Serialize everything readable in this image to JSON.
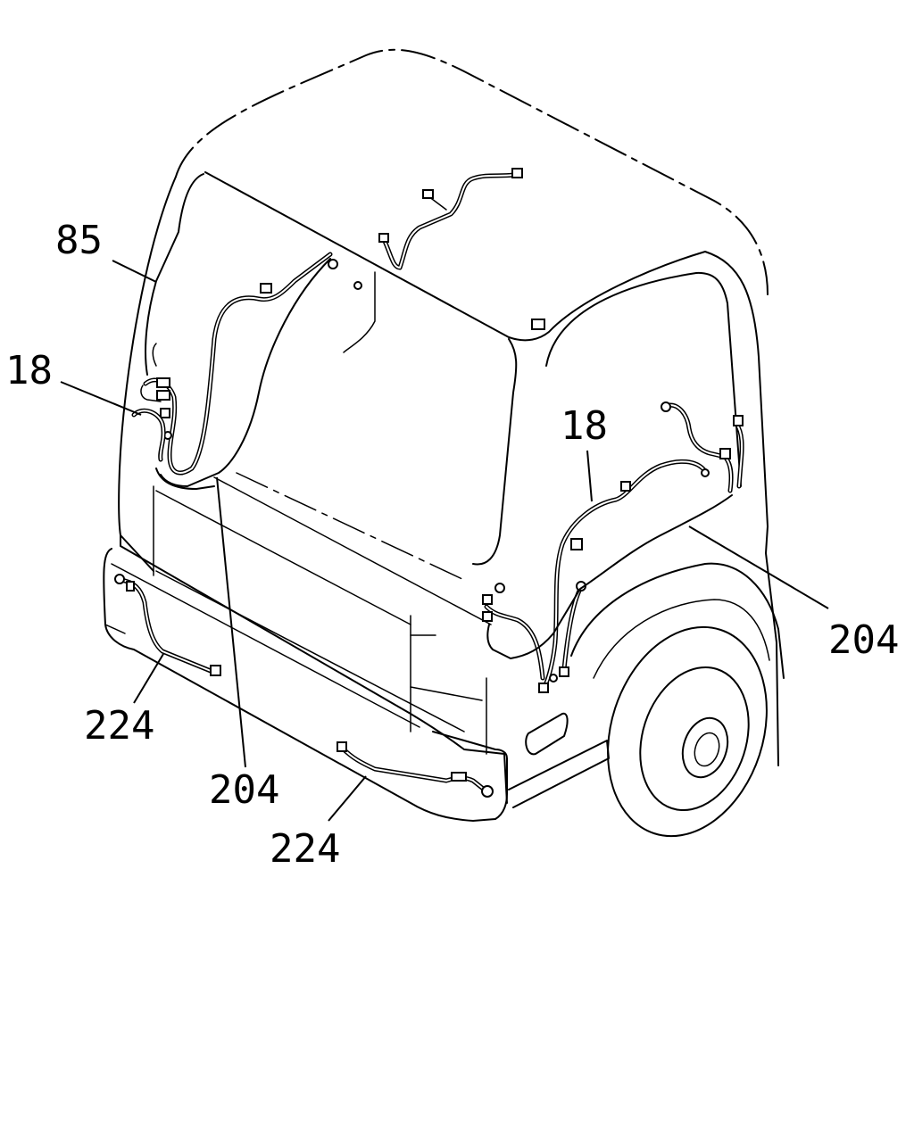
{
  "callouts": [
    {
      "id": "c85",
      "text": "85"
    },
    {
      "id": "c18-left",
      "text": "18"
    },
    {
      "id": "c18-right",
      "text": "18"
    },
    {
      "id": "c204-right",
      "text": "204"
    },
    {
      "id": "c204-center",
      "text": "204"
    },
    {
      "id": "c224-left",
      "text": "224"
    },
    {
      "id": "c224-center",
      "text": "224"
    }
  ]
}
